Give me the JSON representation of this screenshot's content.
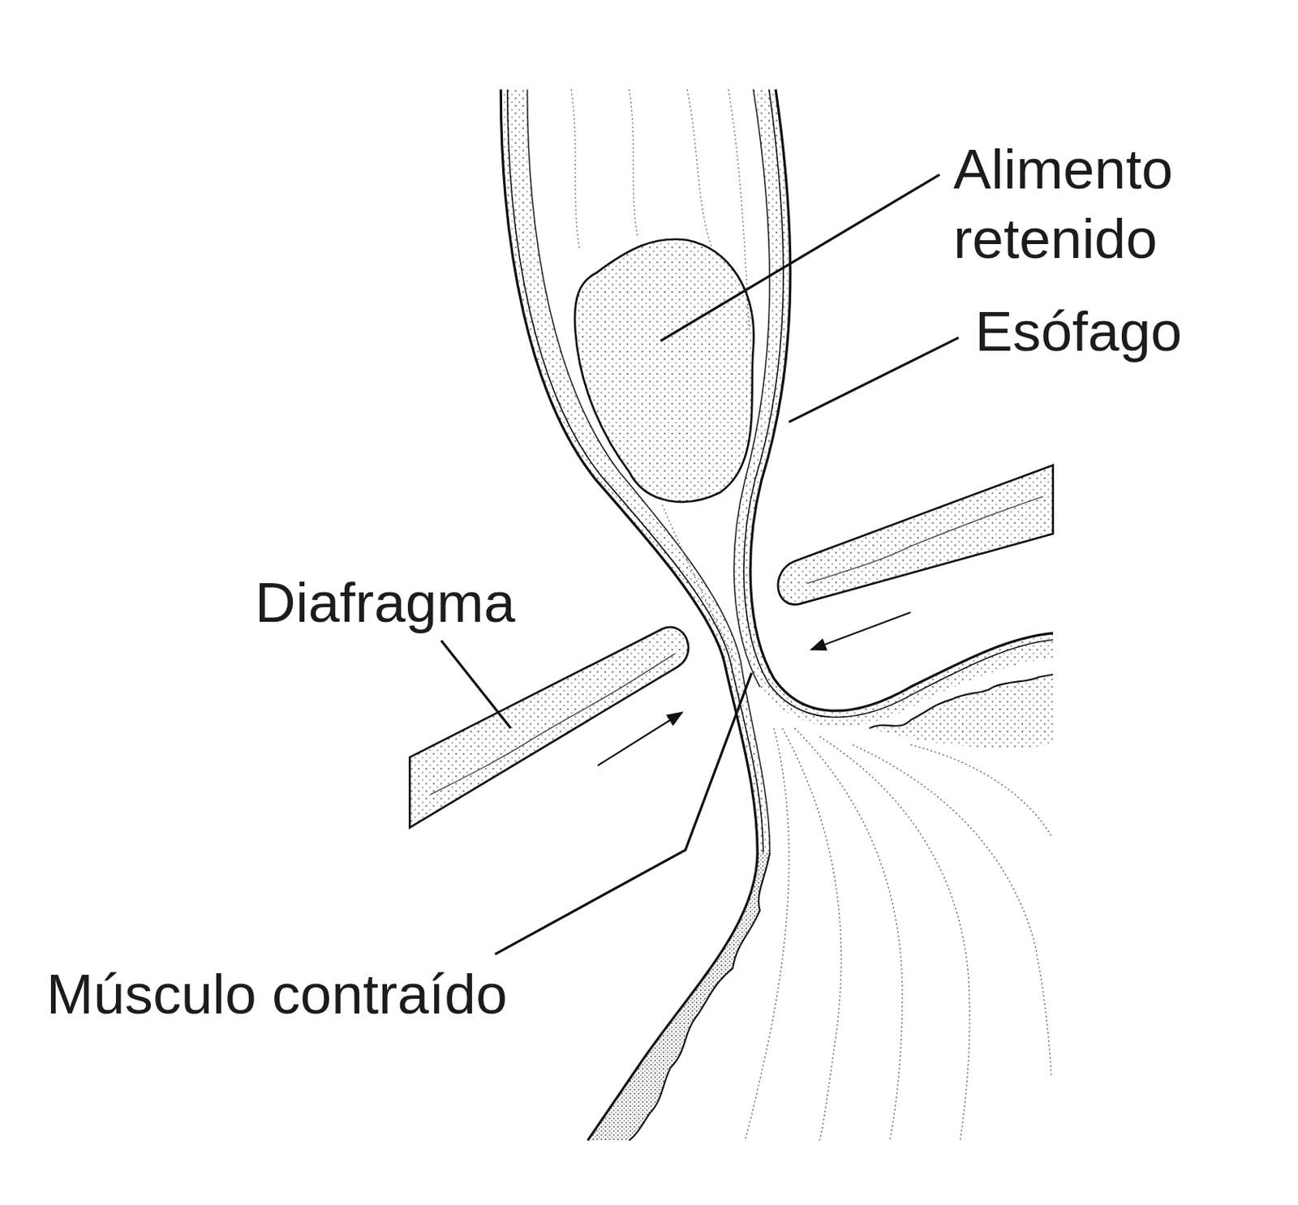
{
  "diagram": {
    "labels": [
      "Alimento retenido",
      "Esófago",
      "Diafragma",
      "Músculo contraído"
    ]
  }
}
